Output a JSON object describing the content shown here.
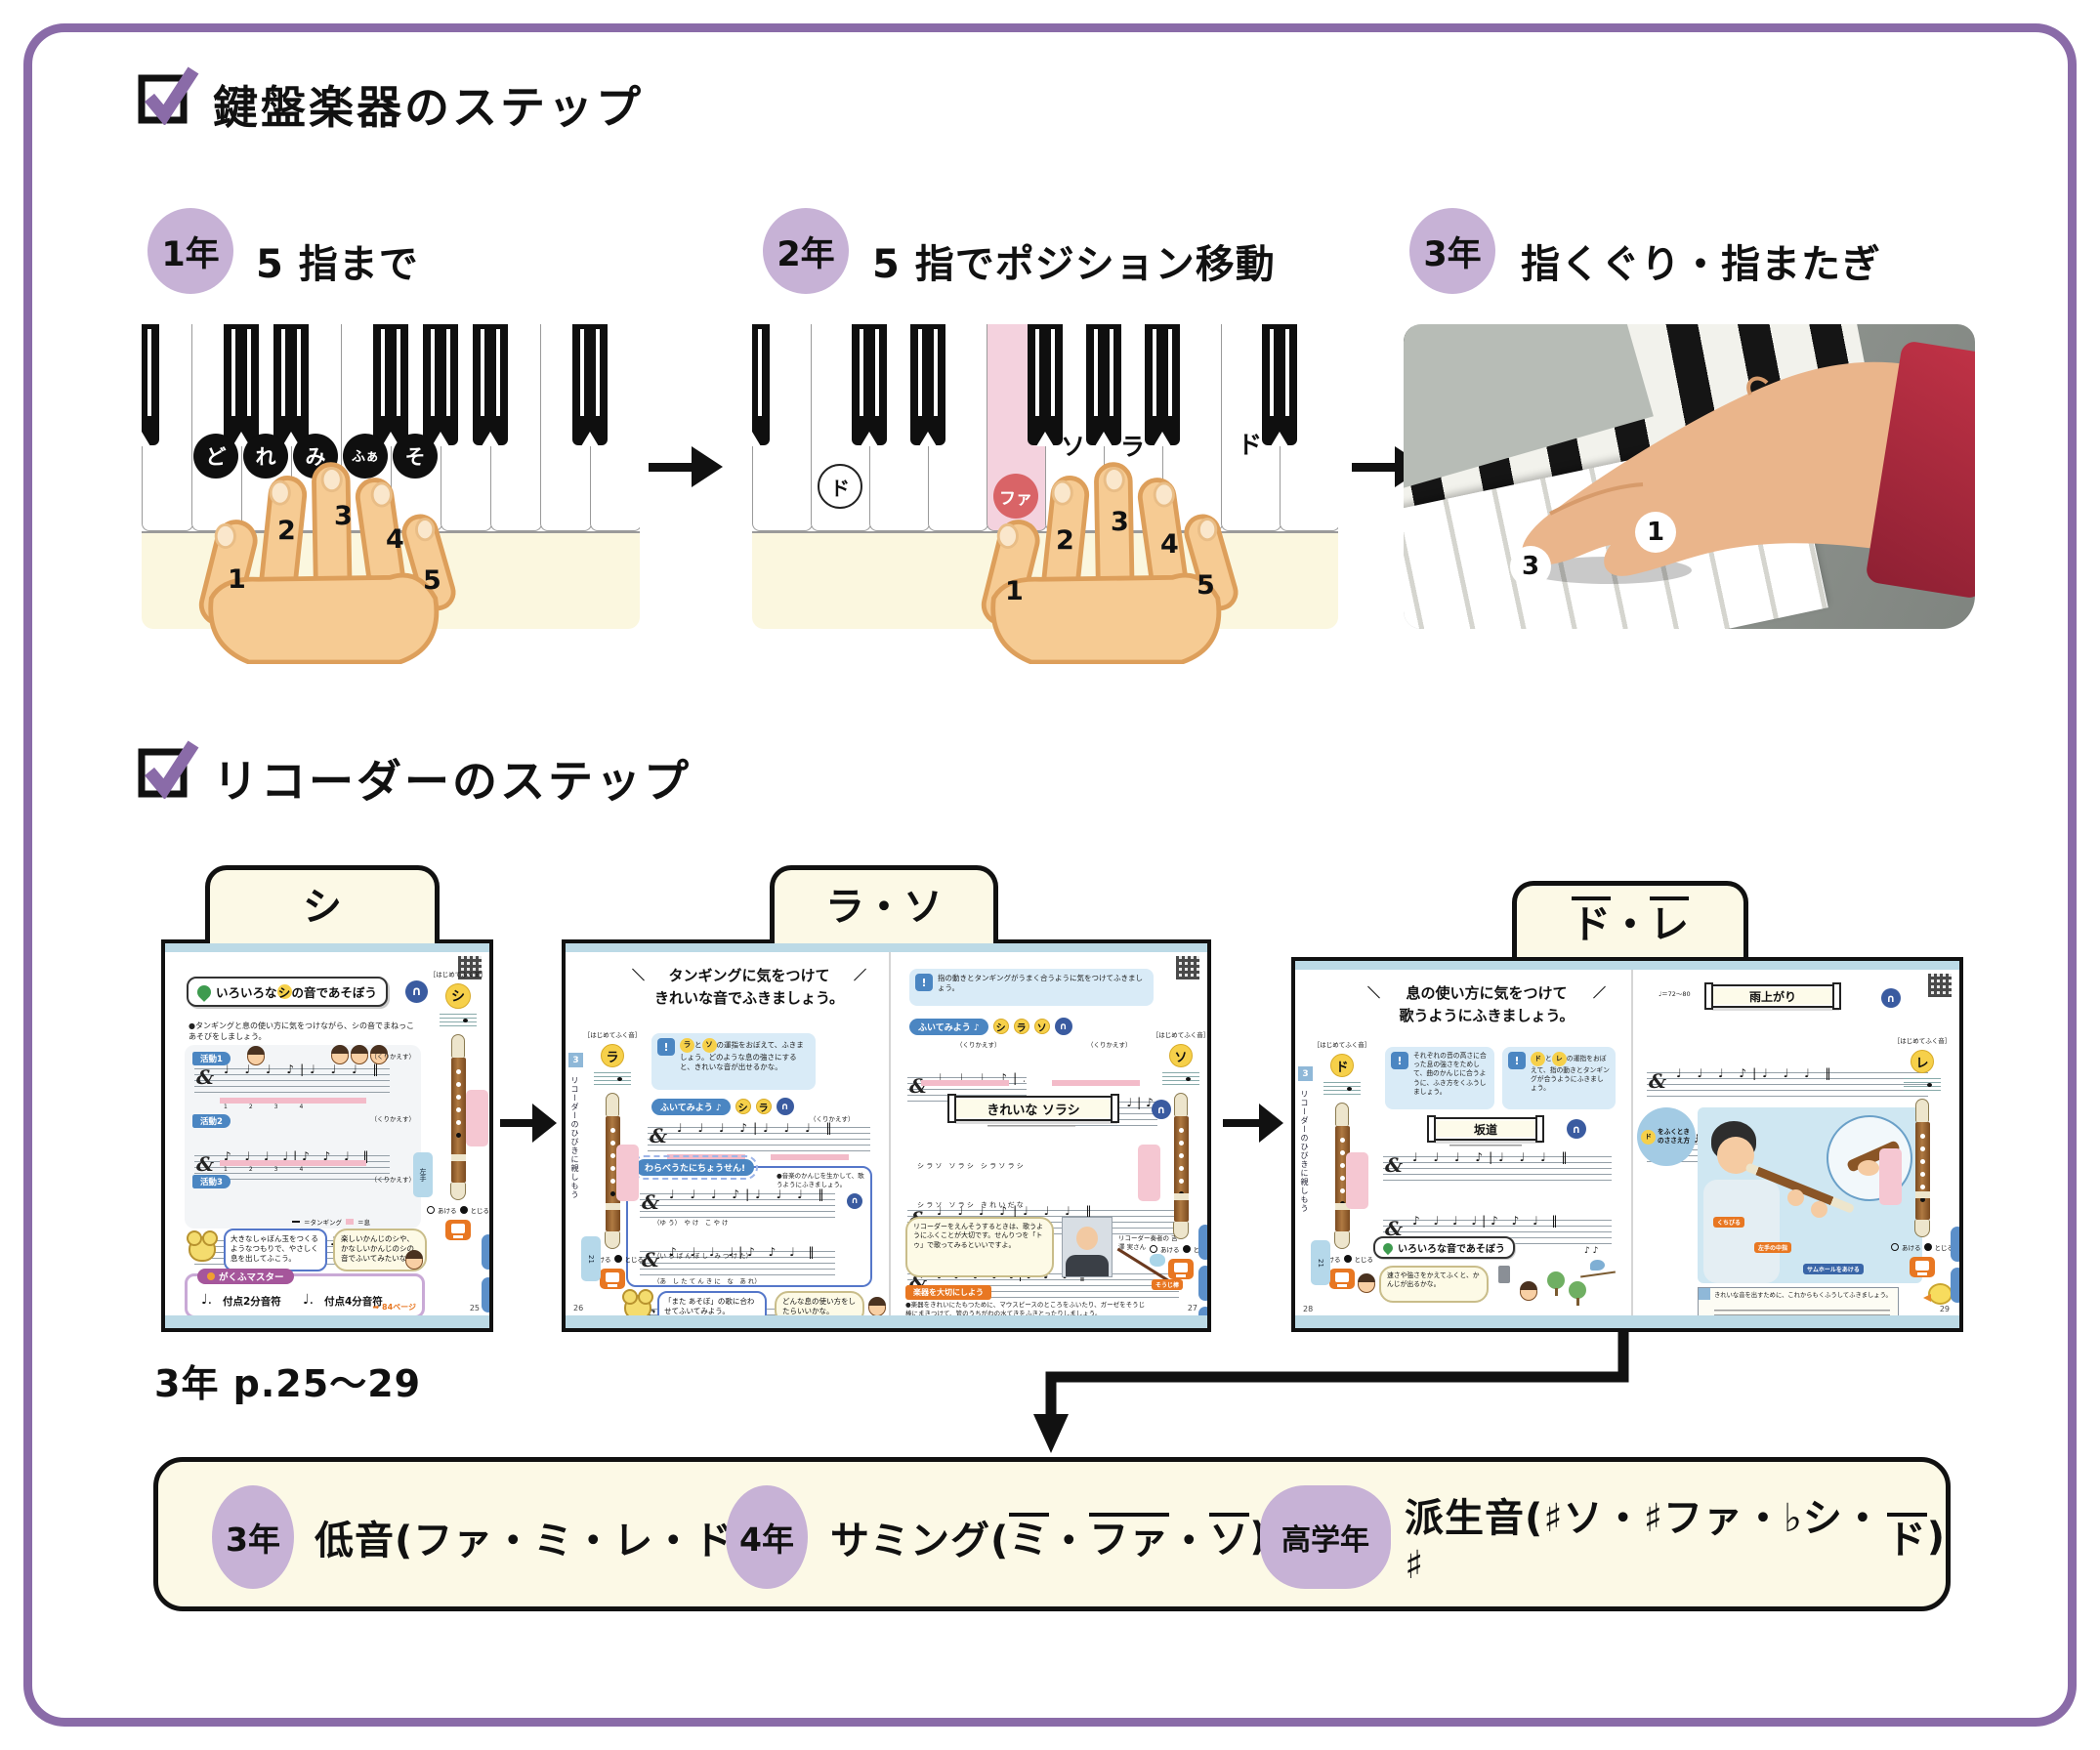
{
  "kb_section": {
    "title": "鍵盤楽器のステップ",
    "steps": [
      {
        "grade": "1年",
        "label": "5 指まで"
      },
      {
        "grade": "2年",
        "label": "5 指でポジション移動"
      },
      {
        "grade": "3年",
        "label": "指くぐり・指またぎ"
      }
    ],
    "kb1": {
      "note_circles": [
        "ど",
        "れ",
        "み",
        "ふぁ",
        "そ"
      ],
      "fingers": [
        "1",
        "2",
        "3",
        "4",
        "5"
      ]
    },
    "kb2": {
      "do_low": "ド",
      "fa": "ファ",
      "so": "ソ",
      "ra": "ラ",
      "do_high": "ド",
      "fingers": [
        "1",
        "2",
        "3",
        "4",
        "5"
      ]
    },
    "photo_fingers": [
      "3",
      "1"
    ]
  },
  "rec_section": {
    "title": "リコーダーのステップ",
    "page_ref": "3年 p.25〜29",
    "tab1": [
      {
        "t": "シ"
      }
    ],
    "tab2": [
      {
        "t": "ラ・ソ"
      }
    ],
    "tab3": [
      {
        "t": "ド",
        "ol": true
      },
      {
        "t": "・"
      },
      {
        "t": "レ",
        "ol": true
      }
    ]
  },
  "p1": {
    "header": [
      {
        "t": "いろいろな"
      },
      {
        "t": "シ",
        "yc": true
      },
      {
        "t": "の音であそぼう"
      }
    ],
    "lead": "●タンギングと息の使い方に気をつけながら、シの音でまねっこあそびをしましょう。",
    "act1": "活動1",
    "act2": "活動2",
    "act3": "活動3",
    "repeat": "（くりかえす）",
    "beats": "1　2　3　4",
    "legend_tongue": "＝タンギング",
    "legend_breath": "＝息",
    "bubble1": "大きなしゃぼん玉をつくるようなつもりで、やさしく息を出してふこう。",
    "bubble2": "楽しいかんじのシや、かなしいかんじのシの音でふいてみたいな。",
    "master_title": "がくふマスター",
    "master1": "付点2分音符",
    "master2": "付点4分音符",
    "master_ref": "➡ 84ページ",
    "side": {
      "bracket": "［はじめてふく音］",
      "note": "シ",
      "open": "あける",
      "close": "とじる"
    },
    "page_no": "25"
  },
  "sp2": {
    "heading1": "タンギングに気をつけて",
    "heading2": "きれいな音でふきましょう。",
    "box1": [
      {
        "t": "ラ",
        "yc": true
      },
      {
        "t": "と"
      },
      {
        "t": "ソ",
        "yc": true
      },
      {
        "t": "の運指をおぼえて、ふきましょう。どのような息の強さにすると、きれいな音が出せるかな。"
      }
    ],
    "try": "ふいてみよう ♪",
    "try_notes_l": [
      "シ",
      "ラ"
    ],
    "repeat": "（くりかえす）",
    "warabe": "わらべうたにちょうせん!",
    "warabe_note": "●音楽のかんじを生かして、歌うようにふきましょう。",
    "lyric1": "（ゆ う）　や け　こ や け",
    "lyric2": "（い ち ば ん ぼ し　み つ け た）",
    "lyric3": "（あ　し た て ん き に　な　あ れ）",
    "bubble1": "「また あそぼ」の歌に合わせてふいてみよう。",
    "bubble2": "どんな息の使い方をしたらいいかな。",
    "box2": "指の動きとタンギングがうまく合うように気をつけてふきましょう。",
    "try_notes_r": [
      "シ",
      "ラ",
      "ソ"
    ],
    "banner": "きれいな ソラシ",
    "lyric_r1": "シ ラ ソ　ソ ラ シ　シ ラ ソ ラ シ",
    "lyric_r2": "シ ラ ソ　ソ ラ シ　き れ い だ な",
    "quote": "リコーダーをえんそうするときは、歌うようにふくことが大切です。せんりつを「トゥ」で歌ってみるといいですよ。",
    "quote_caption": "リコーダー奏者の 吉澤 実さん",
    "care_title": "楽器を大切にしよう",
    "care_text": "●楽器をきれいにたもつために、マウスピースのところをふいたり、ガーゼをそうじ棒にまきつけて、管のうちがわの水てきをふきとったりしましょう。",
    "rod_label": "そうじ棒",
    "side_l": {
      "bracket": "［はじめてふく音］",
      "note": "ラ",
      "open": "あける",
      "close": "とじる"
    },
    "side_r": {
      "bracket": "［はじめてふく音］",
      "note": "ソ",
      "open": "あける",
      "close": "とじる"
    },
    "unit_no": "3",
    "edge_label": "リコーダーのひびきに親しもう",
    "page_no_l": "26",
    "page_no_r": "27"
  },
  "sp3": {
    "heading1": "息の使い方に気をつけて",
    "heading2": "歌うようにふきましょう。",
    "box1": "それぞれの音の高さに合った息の強さをためして、曲のかんじに合うように、ふき方をくふうしましょう。",
    "box2": [
      {
        "t": "ド",
        "yc": true
      },
      {
        "t": "と"
      },
      {
        "t": "レ",
        "yc": true
      },
      {
        "t": "の運指をおぼえて、指の動きとタンギングが合うようにふきましょう。"
      }
    ],
    "banner_l": "坂道",
    "banner_r": "雨上がり",
    "tempo_r": "♩＝72〜80",
    "badge": [
      {
        "t": "ド",
        "yc": true
      },
      {
        "t": "をふくときのささえ方"
      }
    ],
    "label1": "くちびる",
    "label2": "左手の中指",
    "label3": "サムホールをあける",
    "play_title": "いろいろな音であそぼう",
    "scene_bubble": "速さや強さをかえてふくと、かんじが出るかな。",
    "note_text": "きれいな音を出すために、これからもくふうしてふきましょう。",
    "side_l": {
      "bracket": "［はじめてふく音］",
      "note": "ド",
      "open": "あける",
      "close": "とじる"
    },
    "side_r": {
      "bracket": "［はじめてふく音］",
      "note": "レ",
      "open": "あける",
      "close": "とじる"
    },
    "unit_no": "3",
    "edge_label": "リコーダーのひびきに親しもう",
    "page_no_l": "28",
    "page_no_r": "29"
  },
  "summary": {
    "items": [
      {
        "grade": "3年",
        "parts": [
          {
            "t": "低音(ファ・ミ・レ・ド)"
          }
        ]
      },
      {
        "grade": "4年",
        "parts": [
          {
            "t": "サミング("
          },
          {
            "t": "ミ",
            "ol": true
          },
          {
            "t": "・"
          },
          {
            "t": "ファ",
            "ol": true
          },
          {
            "t": "・"
          },
          {
            "t": "ソ",
            "ol": true
          },
          {
            "t": ")"
          }
        ]
      },
      {
        "grade": "高学年",
        "parts": [
          {
            "t": "派生音(♯ソ・♯ファ・♭シ・♯"
          },
          {
            "t": "ド",
            "ol": true
          },
          {
            "t": ")"
          }
        ]
      }
    ]
  }
}
